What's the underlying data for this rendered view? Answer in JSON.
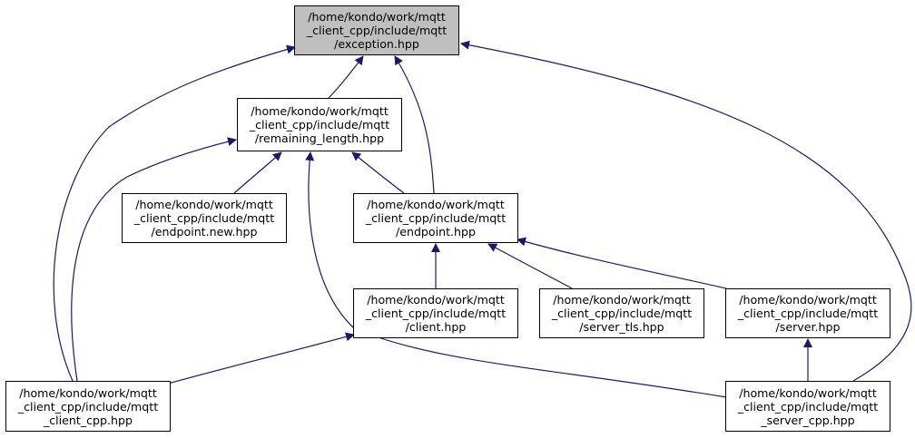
{
  "colors": {
    "edge": "#191970",
    "border": "#000000",
    "highlight_fill": "#bfbfbf"
  },
  "nodes": {
    "exception": {
      "lines": [
        "/home/kondo/work/mqtt",
        "_client_cpp/include/mqtt",
        "/exception.hpp"
      ]
    },
    "remaining_length": {
      "lines": [
        "/home/kondo/work/mqtt",
        "_client_cpp/include/mqtt",
        "/remaining_length.hpp"
      ]
    },
    "endpoint_new": {
      "lines": [
        "/home/kondo/work/mqtt",
        "_client_cpp/include/mqtt",
        "/endpoint.new.hpp"
      ]
    },
    "endpoint": {
      "lines": [
        "/home/kondo/work/mqtt",
        "_client_cpp/include/mqtt",
        "/endpoint.hpp"
      ]
    },
    "client": {
      "lines": [
        "/home/kondo/work/mqtt",
        "_client_cpp/include/mqtt",
        "/client.hpp"
      ]
    },
    "server_tls": {
      "lines": [
        "/home/kondo/work/mqtt",
        "_client_cpp/include/mqtt",
        "/server_tls.hpp"
      ]
    },
    "server": {
      "lines": [
        "/home/kondo/work/mqtt",
        "_client_cpp/include/mqtt",
        "/server.hpp"
      ]
    },
    "mqtt_client_cpp": {
      "lines": [
        "/home/kondo/work/mqtt",
        "_client_cpp/include/mqtt",
        "_client_cpp.hpp"
      ]
    },
    "mqtt_server_cpp": {
      "lines": [
        "/home/kondo/work/mqtt",
        "_client_cpp/include/mqtt",
        "_server_cpp.hpp"
      ]
    }
  }
}
